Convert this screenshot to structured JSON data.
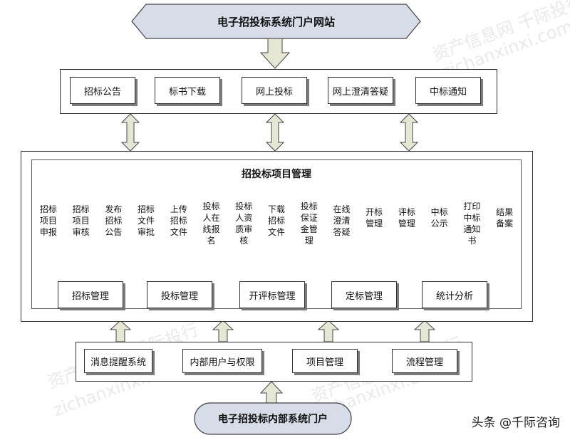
{
  "top_portal": "电子招投标系统门户网站",
  "public_modules": [
    "招标公告",
    "标书下载",
    "网上投标",
    "网上澄清答疑",
    "中标通知"
  ],
  "project_title": "招投标项目管理",
  "project_columns": [
    "招标项目申报",
    "招标项目审核",
    "发布招标公告",
    "招标文件审批",
    "上传招标文件",
    "投标人在线报名",
    "投标人资质审核",
    "下载招标文件",
    "投标保证金管理",
    "在线澄清答疑",
    "开标管理",
    "评标管理",
    "中标公示",
    "打印中标通知书",
    "结果备案"
  ],
  "management_modules": [
    "招标管理",
    "投标管理",
    "开评标管理",
    "定标管理",
    "统计分析"
  ],
  "support_modules": [
    "消息提醒系统",
    "内部用户与权限",
    "项目管理",
    "流程管理"
  ],
  "bottom_portal": "电子招投标内部系统门户",
  "watermark_site": "资产信息网 千际投行",
  "watermark_url": "zichanxinxi.com",
  "byline": "头条 @千际咨询"
}
